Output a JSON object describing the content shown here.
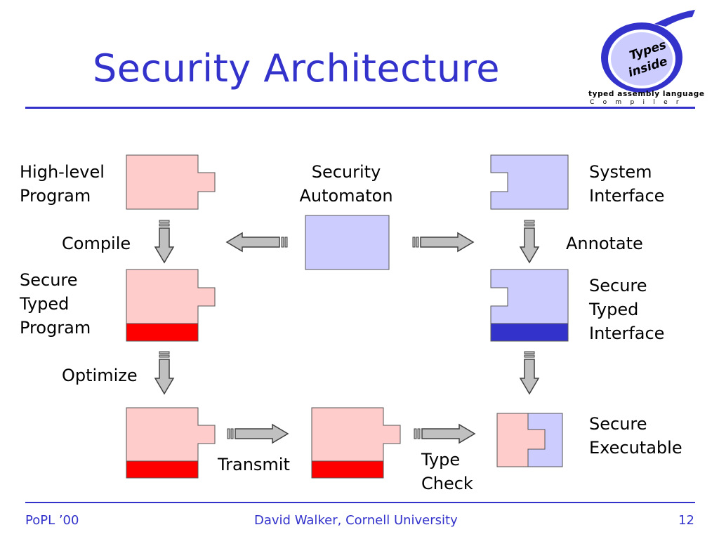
{
  "slide": {
    "title": "Security Architecture",
    "footer": {
      "left": "PoPL ’00",
      "center": "David Walker, Cornell University",
      "page": "12"
    }
  },
  "logo": {
    "line1": "Types",
    "line2": "inside",
    "subtitle": "typed assembly language",
    "subtitle2": "Compiler"
  },
  "labels": {
    "high_level_program": "High-level\nProgram",
    "security_automaton": "Security\nAutomaton",
    "system_interface": "System\nInterface",
    "compile": "Compile",
    "annotate": "Annotate",
    "secure_typed_program": "Secure\nTyped\nProgram",
    "secure_typed_interface": "Secure\nTyped\nInterface",
    "optimize": "Optimize",
    "transmit": "Transmit",
    "type_check": "Type\nCheck",
    "secure_executable": "Secure\nExecutable"
  },
  "colors": {
    "title_blue": "#3333cc",
    "program_pink": "#ffcccc",
    "program_red": "#ff0000",
    "interface_lavender": "#ccccff",
    "interface_blue": "#3333cc",
    "arrow_gray": "#c0c0c0"
  }
}
